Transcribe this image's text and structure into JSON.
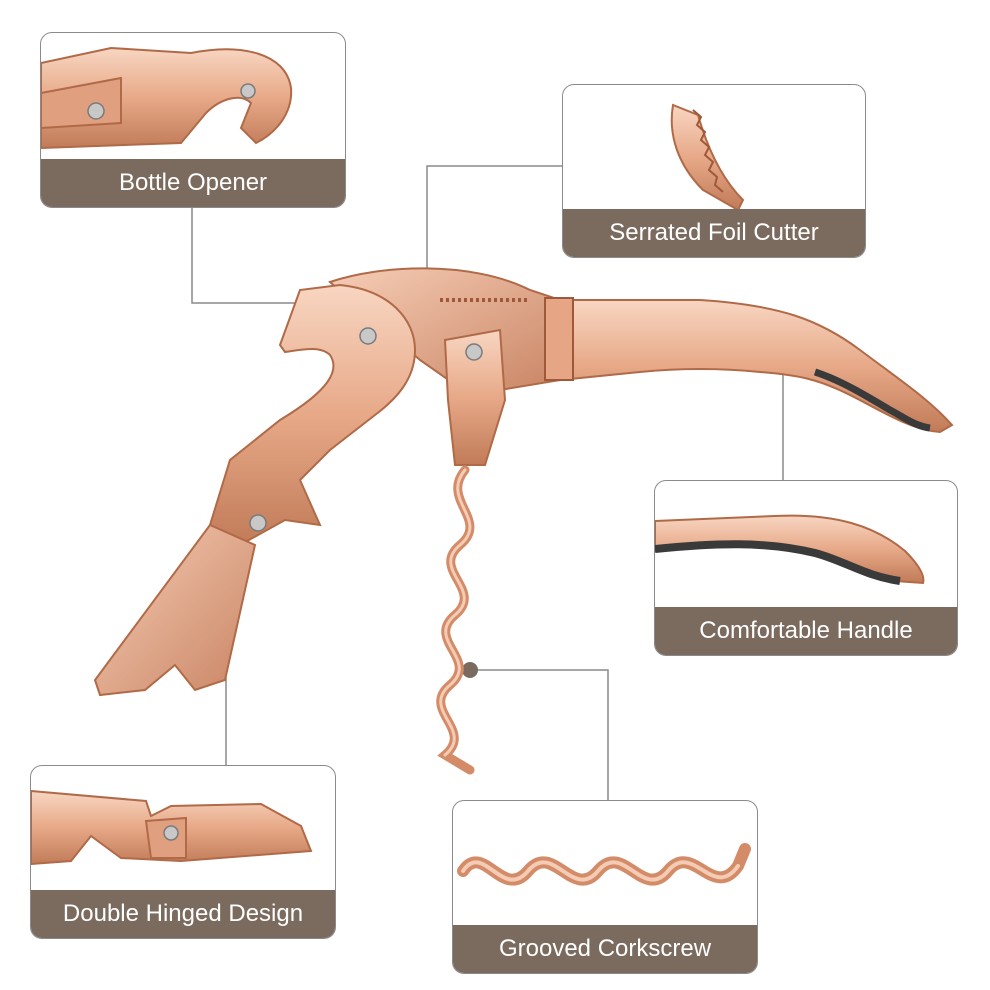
{
  "callouts": {
    "bottle_opener": {
      "label": "Bottle Opener"
    },
    "serrated_foil_cutter": {
      "label": "Serrated Foil Cutter"
    },
    "comfortable_handle": {
      "label": "Comfortable Handle"
    },
    "double_hinged_design": {
      "label": "Double Hinged Design"
    },
    "grooved_corkscrew": {
      "label": "Grooved Corkscrew"
    }
  },
  "colors": {
    "metal_light": "#f4c7ad",
    "metal_mid": "#e0a080",
    "metal_dark": "#b86e4c",
    "band": "#7b6a5e",
    "leader": "#8a8a8a"
  },
  "icons": {
    "main": "corkscrew-product-image",
    "pivot": "pivot-rivet-icon"
  }
}
